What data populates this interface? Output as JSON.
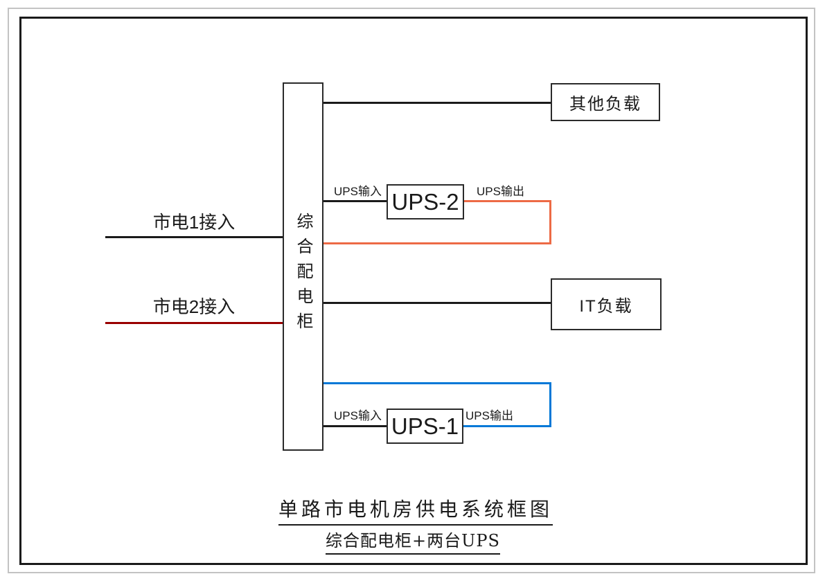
{
  "diagram": {
    "title": "单路市电机房供电系统框图",
    "subtitle": "综合配电柜+两台UPS",
    "cabinet": {
      "label": "综合配电柜"
    },
    "mains_inputs": [
      {
        "label": "市电1接入",
        "line_color": "#1a1a1a"
      },
      {
        "label": "市电2接入",
        "line_color": "#990000"
      }
    ],
    "loads": [
      {
        "label": "其他负载"
      },
      {
        "label": "IT负载"
      }
    ],
    "ups_units": [
      {
        "name": "UPS-2",
        "input_label": "UPS输入",
        "output_label": "UPS输出",
        "output_line_color": "#ED6A45"
      },
      {
        "name": "UPS-1",
        "input_label": "UPS输入",
        "output_label": "UPS输出",
        "output_line_color": "#0078D7"
      }
    ],
    "colors": {
      "line_black": "#1a1a1a",
      "mains2_dark_red": "#990000",
      "ups2_output_orange": "#ED6A45",
      "ups1_output_blue": "#0078D7",
      "outer_frame_gray": "#c3c3c3"
    }
  }
}
